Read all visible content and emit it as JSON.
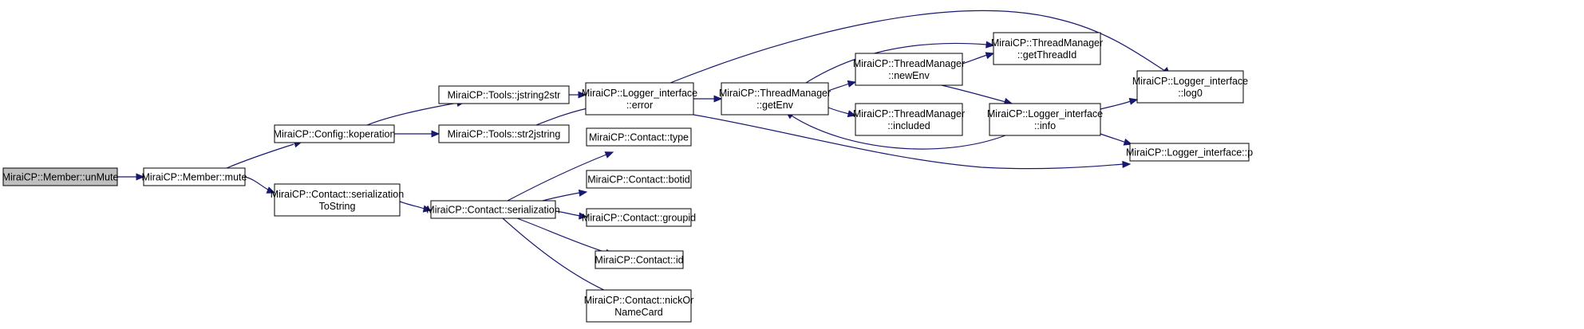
{
  "nodes": [
    {
      "id": "unmute",
      "lines": [
        "MiraiCP::Member::unMute"
      ],
      "highlighted": true
    },
    {
      "id": "mute",
      "lines": [
        "MiraiCP::Member::mute"
      ]
    },
    {
      "id": "koperation",
      "lines": [
        "MiraiCP::Config::koperation"
      ]
    },
    {
      "id": "sertostr",
      "lines": [
        "MiraiCP::Contact::serialization",
        "ToString"
      ]
    },
    {
      "id": "jstring2str",
      "lines": [
        "MiraiCP::Tools::jstring2str"
      ]
    },
    {
      "id": "str2jstring",
      "lines": [
        "MiraiCP::Tools::str2jstring"
      ]
    },
    {
      "id": "serialization",
      "lines": [
        "MiraiCP::Contact::serialization"
      ]
    },
    {
      "id": "error",
      "lines": [
        "MiraiCP::Logger_interface",
        "::error"
      ]
    },
    {
      "id": "type",
      "lines": [
        "MiraiCP::Contact::type"
      ]
    },
    {
      "id": "botid",
      "lines": [
        "MiraiCP::Contact::botid"
      ]
    },
    {
      "id": "groupid",
      "lines": [
        "MiraiCP::Contact::groupid"
      ]
    },
    {
      "id": "cid",
      "lines": [
        "MiraiCP::Contact::id"
      ]
    },
    {
      "id": "nick",
      "lines": [
        "MiraiCP::Contact::nickOr",
        "NameCard"
      ]
    },
    {
      "id": "getEnv",
      "lines": [
        "MiraiCP::ThreadManager",
        "::getEnv"
      ]
    },
    {
      "id": "newEnv",
      "lines": [
        "MiraiCP::ThreadManager",
        "::newEnv"
      ]
    },
    {
      "id": "included",
      "lines": [
        "MiraiCP::ThreadManager",
        "::included"
      ]
    },
    {
      "id": "getThreadId",
      "lines": [
        "MiraiCP::ThreadManager",
        "::getThreadId"
      ]
    },
    {
      "id": "info",
      "lines": [
        "MiraiCP::Logger_interface",
        "::info"
      ]
    },
    {
      "id": "log0",
      "lines": [
        "MiraiCP::Logger_interface",
        "::log0"
      ]
    },
    {
      "id": "p",
      "lines": [
        "MiraiCP::Logger_interface::p"
      ]
    }
  ],
  "edges": [
    [
      "unmute",
      "mute"
    ],
    [
      "mute",
      "koperation"
    ],
    [
      "mute",
      "sertostr"
    ],
    [
      "koperation",
      "jstring2str"
    ],
    [
      "koperation",
      "str2jstring"
    ],
    [
      "jstring2str",
      "error"
    ],
    [
      "str2jstring",
      "error"
    ],
    [
      "sertostr",
      "serialization"
    ],
    [
      "serialization",
      "type"
    ],
    [
      "serialization",
      "botid"
    ],
    [
      "serialization",
      "groupid"
    ],
    [
      "serialization",
      "cid"
    ],
    [
      "serialization",
      "nick"
    ],
    [
      "error",
      "getEnv"
    ],
    [
      "error",
      "log0"
    ],
    [
      "error",
      "p"
    ],
    [
      "getEnv",
      "getThreadId"
    ],
    [
      "getEnv",
      "newEnv"
    ],
    [
      "getEnv",
      "included"
    ],
    [
      "newEnv",
      "getThreadId"
    ],
    [
      "newEnv",
      "info"
    ],
    [
      "info",
      "getEnv"
    ],
    [
      "info",
      "log0"
    ],
    [
      "info",
      "p"
    ]
  ],
  "colors": {
    "edge": "#191970",
    "node_fill": "#ffffff",
    "node_highlight_fill": "#bfbfbf",
    "node_stroke": "#000000"
  }
}
